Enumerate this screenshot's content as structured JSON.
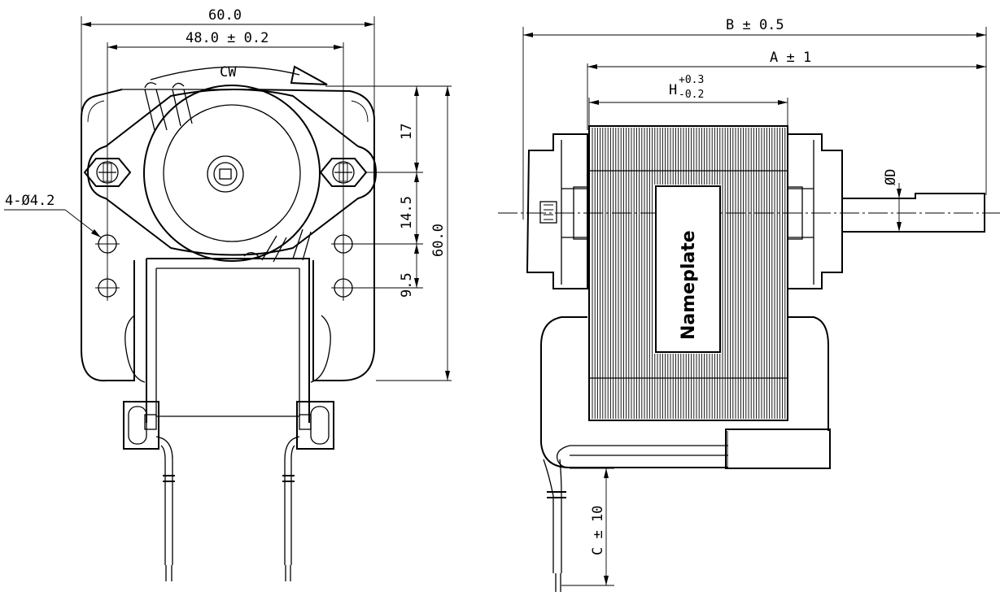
{
  "front_view": {
    "dim_width_total": "60.0",
    "dim_hole_spacing": "48.0 ± 0.2",
    "rotation_label": "CW",
    "dim_holes": "4-Ø4.2",
    "dim_v1": "17",
    "dim_v2": "14.5",
    "dim_v3": "9.5",
    "dim_height_total": "60.0"
  },
  "side_view": {
    "dim_b": "B ± 0.5",
    "dim_a": "A ± 1",
    "dim_h_letter": "H",
    "dim_h_upper": "+0.3",
    "dim_h_lower": "-0.2",
    "dim_d": "ØD",
    "dim_c": "C ± 10",
    "nameplate": "Nameplate"
  }
}
